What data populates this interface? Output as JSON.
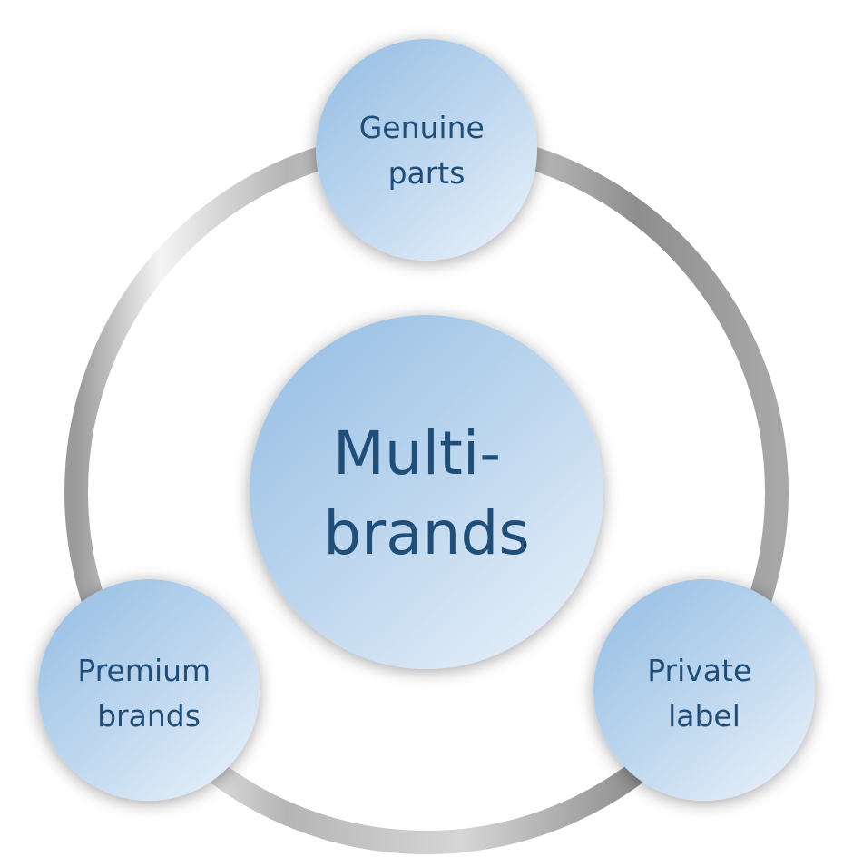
{
  "center": {
    "lines": [
      "Multi-",
      "brands"
    ]
  },
  "nodes": {
    "top": {
      "lines": [
        "Genuine",
        "parts"
      ]
    },
    "left": {
      "lines": [
        "Premium",
        "brands"
      ]
    },
    "right": {
      "lines": [
        "Private",
        "label"
      ]
    }
  },
  "colors": {
    "circle_light": "#e6eff9",
    "circle_dark": "#9dc3e6",
    "text": "#1f4e79",
    "ring_dark": "#8c8c8c",
    "ring_light": "#f2f2f2"
  }
}
